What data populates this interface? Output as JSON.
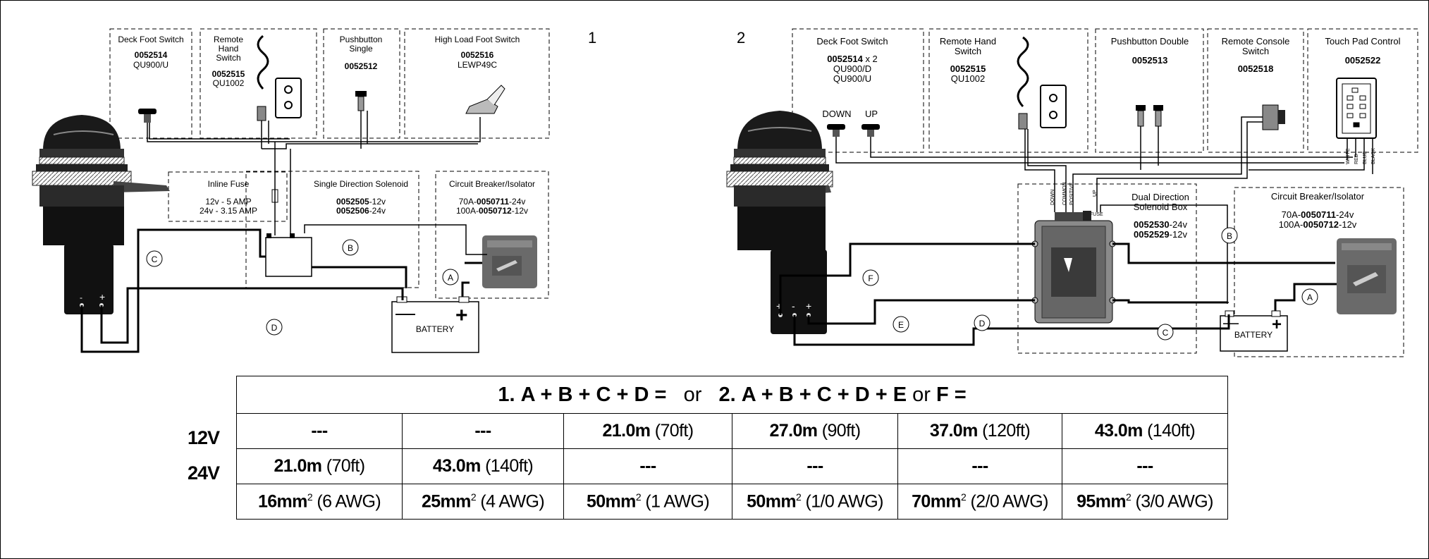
{
  "diagram1": {
    "number": "1",
    "deck_switch": {
      "title": "Deck Foot Switch",
      "code": "0052514",
      "model": "QU900/U"
    },
    "remote_switch": {
      "title_1": "Remote",
      "title_2": "Hand",
      "title_3": "Switch",
      "code": "0052515",
      "model": "QU1002"
    },
    "pushbutton": {
      "title_1": "Pushbutton",
      "title_2": "Single",
      "code": "0052512"
    },
    "high_load": {
      "title": "High Load Foot Switch",
      "code": "0052516",
      "model": "LEWP49C"
    },
    "inline_fuse": {
      "title": "Inline Fuse",
      "line_1": "12v - 5 AMP",
      "line_2": "24v - 3.15 AMP"
    },
    "solenoid": {
      "title": "Single Direction Solenoid",
      "code_12": "0052505",
      "suffix_12": "-12v",
      "code_24": "0052506",
      "suffix_24": "-24v"
    },
    "breaker": {
      "title": "Circuit Breaker/Isolator",
      "l1_pre": "70A-",
      "l1_code": "0050711",
      "l1_suf": "-24v",
      "l2_pre": "100A-",
      "l2_code": "0050712",
      "l2_suf": "-12v"
    },
    "battery": "BATTERY",
    "minus": "—",
    "plus": "+",
    "cable_labels": [
      "A",
      "B",
      "C",
      "D"
    ]
  },
  "diagram2": {
    "number": "2",
    "deck_switch": {
      "title": "Deck Foot Switch",
      "code": "0052514",
      "qty": " x 2",
      "model_1": "QU900/D",
      "model_2": "QU900/U",
      "down": "DOWN",
      "up": "UP"
    },
    "remote_switch": {
      "title_1": "Remote Hand",
      "title_2": "Switch",
      "code": "0052515",
      "model": "QU1002"
    },
    "pushbutton": {
      "title": "Pushbutton Double",
      "code": "0052513"
    },
    "console": {
      "title_1": "Remote Console",
      "title_2": "Switch",
      "code": "0052518"
    },
    "touchpad": {
      "title": "Touch Pad Control",
      "code": "0052522"
    },
    "wire_colors": [
      "WHITE",
      "RED",
      "BLUE",
      "BLACK"
    ],
    "solenoid_terms": [
      "DOWN",
      "COMMON",
      "POSITIVE",
      "UP",
      "FUSE"
    ],
    "solenoid": {
      "title_1": "Dual Direction",
      "title_2": "Solenoid Box",
      "code_24": "0052530",
      "suffix_24": "-24v",
      "code_12": "0052529",
      "suffix_12": "-12v"
    },
    "breaker": {
      "title": "Circuit Breaker/Isolator",
      "l1_pre": "70A-",
      "l1_code": "0050711",
      "l1_suf": "-24v",
      "l2_pre": "100A-",
      "l2_code": "0050712",
      "l2_suf": "-12v"
    },
    "battery": "BATTERY",
    "minus": "—",
    "plus": "+",
    "cable_labels": [
      "A",
      "B",
      "C",
      "D",
      "E",
      "F"
    ]
  },
  "table": {
    "header_1_num": "1.",
    "header_1_formula": "A + B + C + D =",
    "header_or": "or",
    "header_2_num": "2.",
    "header_2_formula": "A + B + C + D + E",
    "header_2_or": " or ",
    "header_2_f": "F =",
    "row_labels": [
      "12V",
      "24V"
    ],
    "rows_12v": [
      {
        "bold": "---",
        "rest": ""
      },
      {
        "bold": "---",
        "rest": ""
      },
      {
        "bold": "21.0m",
        "rest": " (70ft)"
      },
      {
        "bold": "27.0m",
        "rest": " (90ft)"
      },
      {
        "bold": "37.0m",
        "rest": " (120ft)"
      },
      {
        "bold": "43.0m",
        "rest": " (140ft)"
      }
    ],
    "rows_24v": [
      {
        "bold": "21.0m",
        "rest": " (70ft)"
      },
      {
        "bold": "43.0m",
        "rest": " (140ft)"
      },
      {
        "bold": "---",
        "rest": ""
      },
      {
        "bold": "---",
        "rest": ""
      },
      {
        "bold": "---",
        "rest": ""
      },
      {
        "bold": "---",
        "rest": ""
      }
    ],
    "sizes": [
      {
        "bold": "16mm",
        "sup": "2",
        "rest": " (6 AWG)"
      },
      {
        "bold": "25mm",
        "sup": "2",
        "rest": " (4 AWG)"
      },
      {
        "bold": "50mm",
        "sup": "2",
        "rest": " (1 AWG)"
      },
      {
        "bold": "50mm",
        "sup": "2",
        "rest": " (1/0 AWG)"
      },
      {
        "bold": "70mm",
        "sup": "2",
        "rest": " (2/0 AWG)"
      },
      {
        "bold": "95mm",
        "sup": "2",
        "rest": " (3/0 AWG)"
      }
    ]
  }
}
